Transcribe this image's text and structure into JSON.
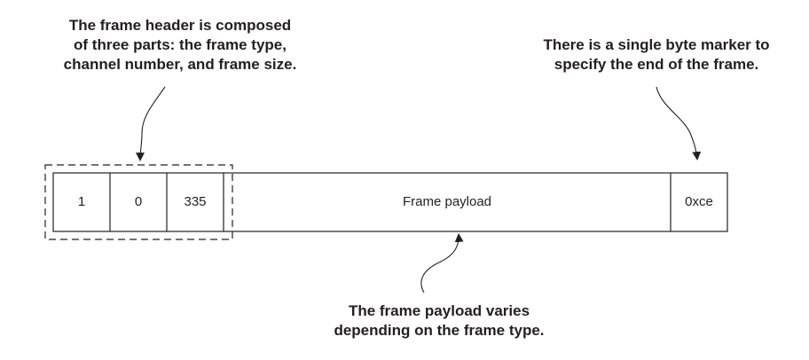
{
  "annotations": {
    "header": [
      "The frame header is composed",
      "of three parts: the frame type,",
      "channel number, and frame size."
    ],
    "end_marker": [
      "There is a single byte marker to",
      "specify the end of the frame."
    ],
    "payload": [
      "The frame payload varies",
      "depending on the frame type."
    ]
  },
  "frame": {
    "type": "1",
    "channel": "0",
    "size": "335",
    "payload": "Frame payload",
    "end": "0xce"
  },
  "colors": {
    "stroke": "#231f20",
    "text": "#231f20",
    "background": "#ffffff"
  }
}
